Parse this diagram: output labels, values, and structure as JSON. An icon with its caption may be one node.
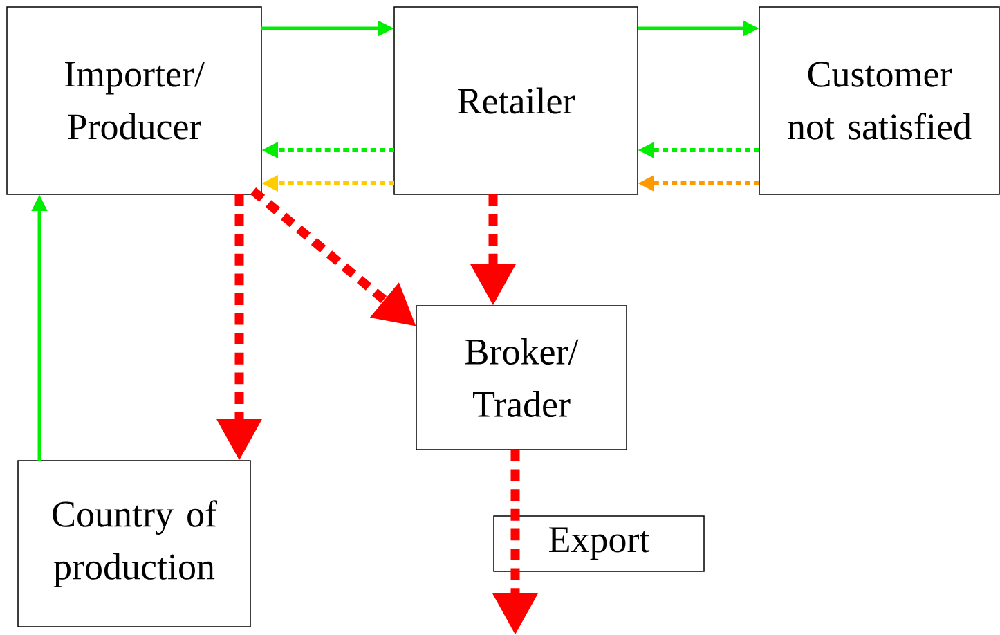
{
  "diagram": {
    "nodes": [
      {
        "text": [
          "Importer/ Producer"
        ]
      },
      {
        "text": [
          "Retailer"
        ]
      },
      {
        "text": [
          "Customer not satisfied"
        ]
      },
      {
        "text": [
          "Broker/ Trader"
        ]
      },
      {
        "text": [
          "Country of production"
        ]
      },
      {
        "text": [
          "Export"
        ]
      }
    ],
    "edges": [
      {
        "from": 0,
        "to": 1,
        "arrow": "to"
      },
      {
        "from": 1,
        "to": 2,
        "arrow": "to"
      },
      {
        "from": 1,
        "to": 0,
        "arrow": "to",
        "style": "dashed"
      },
      {
        "from": 1,
        "to": 0,
        "arrow": "to",
        "style": "dashed",
        "color": "#ffcc00"
      },
      {
        "from": 2,
        "to": 1,
        "arrow": "to",
        "style": "dashed"
      },
      {
        "from": 2,
        "to": 1,
        "arrow": "to",
        "style": "dashed",
        "color": "#ff9900"
      },
      {
        "from": 4,
        "to": 0,
        "arrow": "to"
      },
      {
        "from": 0,
        "to": 4,
        "arrow": "to",
        "style": "dashed",
        "color": "#ff0000"
      },
      {
        "from": 0,
        "to": 3,
        "arrow": "to",
        "style": "dashed",
        "color": "#ff0000"
      },
      {
        "from": 1,
        "to": 3,
        "arrow": "to",
        "style": "dashed",
        "color": "#ff0000"
      },
      {
        "from": 3,
        "to": null,
        "arrow": "to",
        "style": "dashed",
        "color": "#ff0000"
      }
    ]
  }
}
